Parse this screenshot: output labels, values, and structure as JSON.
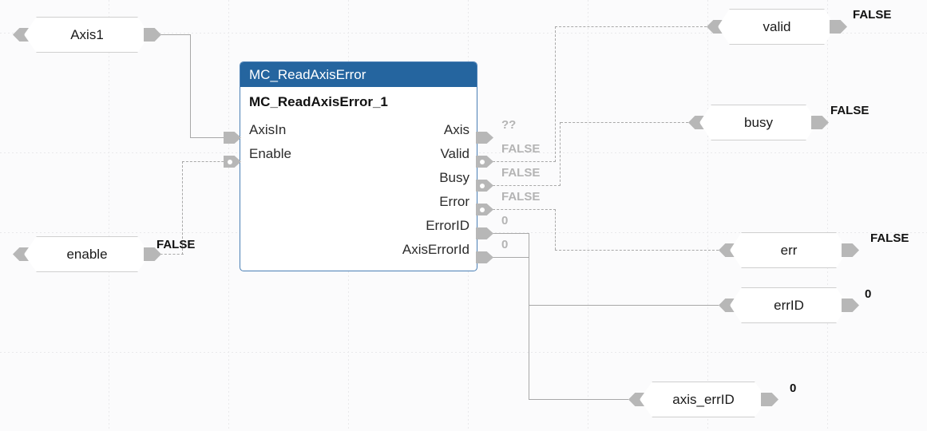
{
  "editor": {
    "kind": "fbd-diagram",
    "grid_color": "#e9e9eb",
    "background": "#fbfbfc",
    "wire_color": "#a8a8a8",
    "pin_color": "#b7b7b7"
  },
  "function_block": {
    "type_name": "MC_ReadAxisError",
    "instance_name": "MC_ReadAxisError_1",
    "header_color": "#25659f",
    "border_color": "#4a7fb5",
    "inputs": [
      {
        "label": "AxisIn",
        "kind": "ref"
      },
      {
        "label": "Enable",
        "kind": "bool"
      }
    ],
    "outputs": [
      {
        "label": "Axis",
        "kind": "ref",
        "value": "??"
      },
      {
        "label": "Valid",
        "kind": "bool",
        "value": "FALSE"
      },
      {
        "label": "Busy",
        "kind": "bool",
        "value": "FALSE"
      },
      {
        "label": "Error",
        "kind": "bool",
        "value": "FALSE"
      },
      {
        "label": "ErrorID",
        "kind": "num",
        "value": "0"
      },
      {
        "label": "AxisErrorId",
        "kind": "num",
        "value": "0"
      }
    ]
  },
  "variables": {
    "inputs": [
      {
        "name": "Axis1",
        "value": ""
      },
      {
        "name": "enable",
        "value": "FALSE"
      }
    ],
    "outputs": [
      {
        "name": "valid",
        "value": "FALSE"
      },
      {
        "name": "busy",
        "value": "FALSE"
      },
      {
        "name": "err",
        "value": "FALSE"
      },
      {
        "name": "errID",
        "value": "0"
      },
      {
        "name": "axis_errID",
        "value": "0"
      }
    ]
  }
}
